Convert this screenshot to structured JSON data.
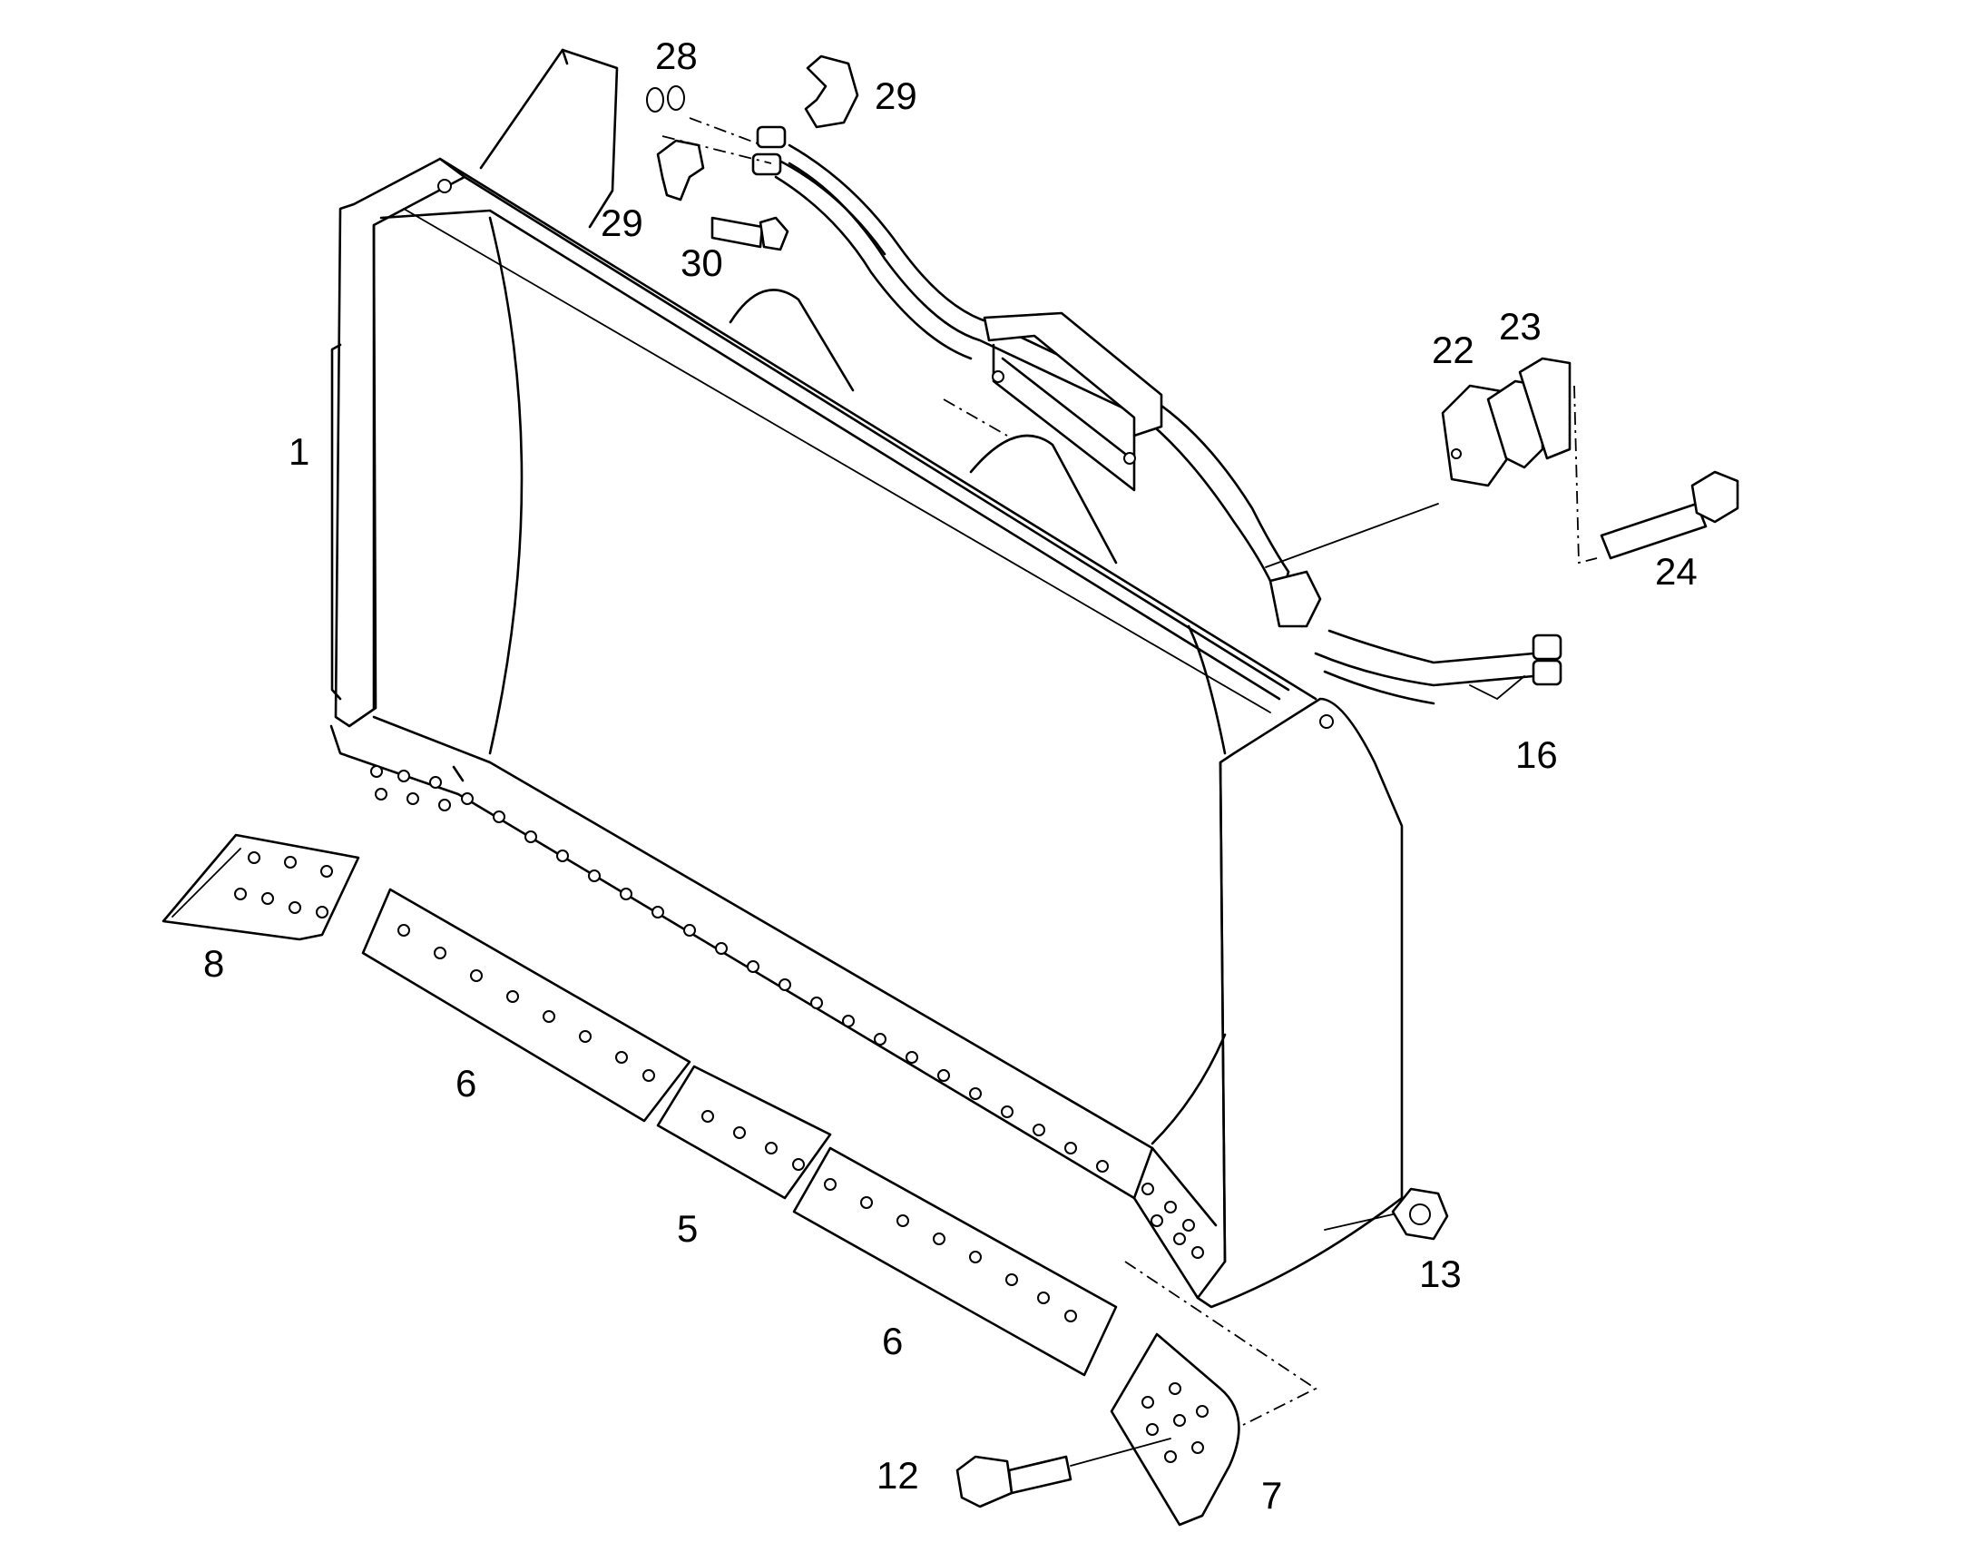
{
  "callouts": {
    "c1": "1",
    "c5": "5",
    "c6a": "6",
    "c6b": "6",
    "c7": "7",
    "c8": "8",
    "c12": "12",
    "c13": "13",
    "c16": "16",
    "c22": "22",
    "c23": "23",
    "c24": "24",
    "c28": "28",
    "c29a": "29",
    "c29b": "29",
    "c30": "30"
  }
}
